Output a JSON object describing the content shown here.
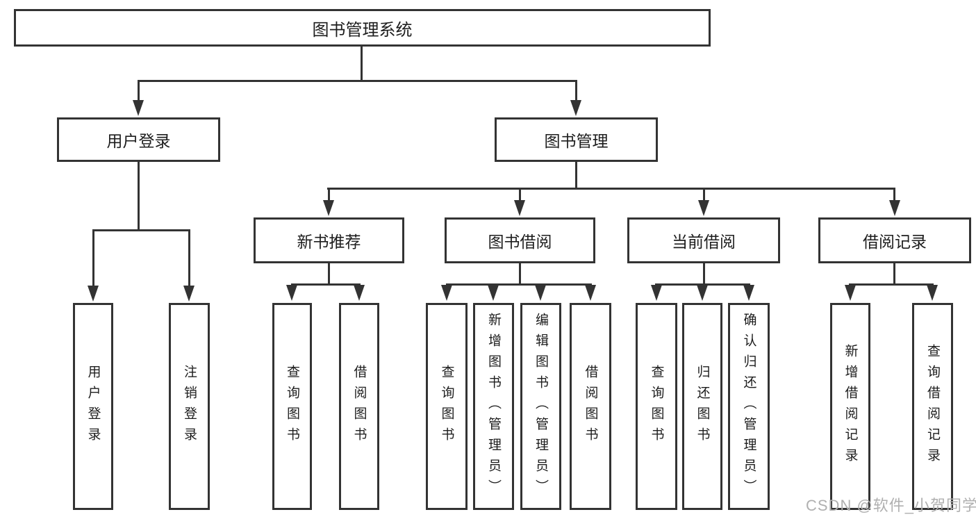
{
  "diagram": {
    "nodes": {
      "root": {
        "label": "图书管理系统"
      },
      "user_login": {
        "label": "用户登录"
      },
      "book_management": {
        "label": "图书管理"
      },
      "new_book_recommend": {
        "label": "新书推荐"
      },
      "book_borrow": {
        "label": "图书借阅"
      },
      "current_borrow": {
        "label": "当前借阅"
      },
      "borrow_record": {
        "label": "借阅记录"
      },
      "leaf_user_login": {
        "label": "用户登录"
      },
      "leaf_logout": {
        "label": "注销登录"
      },
      "leaf_query_book_1": {
        "label": "查询图书"
      },
      "leaf_borrow_book_1": {
        "label": "借阅图书"
      },
      "leaf_query_book_2": {
        "label": "查询图书"
      },
      "leaf_add_book_admin": {
        "label": "新增图书（管理员）"
      },
      "leaf_edit_book_admin": {
        "label": "编辑图书（管理员）"
      },
      "leaf_borrow_book_2": {
        "label": "借阅图书"
      },
      "leaf_query_book_3": {
        "label": "查询图书"
      },
      "leaf_return_book": {
        "label": "归还图书"
      },
      "leaf_confirm_return_admin": {
        "label": "确认归还（管理员）"
      },
      "leaf_add_borrow_record": {
        "label": "新增借阅记录"
      },
      "leaf_query_borrow_record": {
        "label": "查询借阅记录"
      }
    }
  },
  "watermark": {
    "text": "CSDN @软件_小贺同学"
  },
  "colors": {
    "line": "#333333",
    "text": "#1d1d1d",
    "watermark": "#b0b0b0",
    "background": "#ffffff"
  }
}
